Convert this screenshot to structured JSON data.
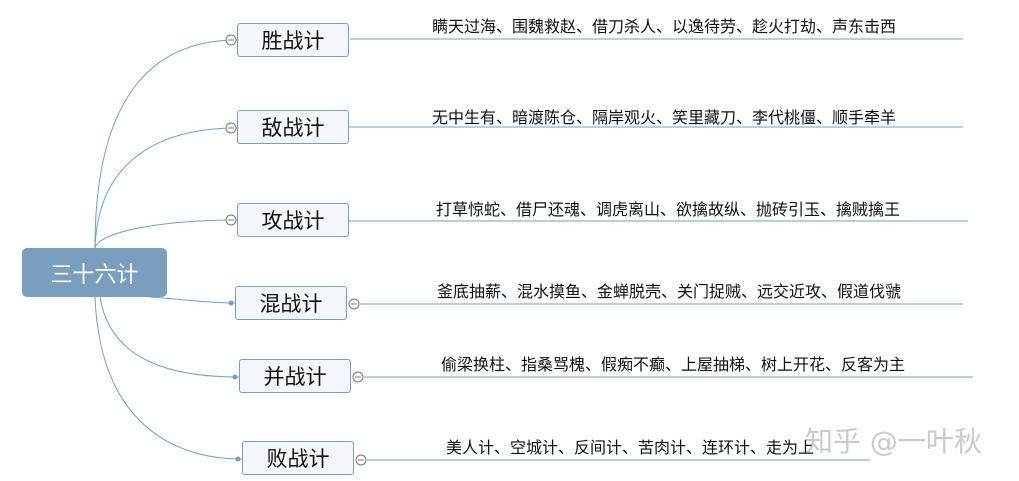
{
  "root": {
    "label": "三十六计"
  },
  "branches": [
    {
      "label": "胜战计",
      "items": "瞒天过海、围魏救赵、借刀杀人、以逸待劳、趁火打劫、声东击西"
    },
    {
      "label": "敌战计",
      "items": "无中生有、暗渡陈仓、隔岸观火、笑里藏刀、李代桃僵、顺手牵羊"
    },
    {
      "label": "攻战计",
      "items": "打草惊蛇、借尸还魂、调虎离山、欲擒故纵、抛砖引玉、擒贼擒王"
    },
    {
      "label": "混战计",
      "items": "釜底抽薪、混水摸鱼、金蝉脱壳、关门捉贼、远交近攻、假道伐虢"
    },
    {
      "label": "并战计",
      "items": "偷梁换柱、指桑骂槐、假痴不癫、上屋抽梯、树上开花、反客为主"
    },
    {
      "label": "败战计",
      "items": "美人计、空城计、反间计、苦肉计、连环计、走为上"
    }
  ],
  "watermark": "知乎 @一叶秋",
  "colors": {
    "line": "#7a9fbe",
    "root": "#7a9fbe"
  }
}
